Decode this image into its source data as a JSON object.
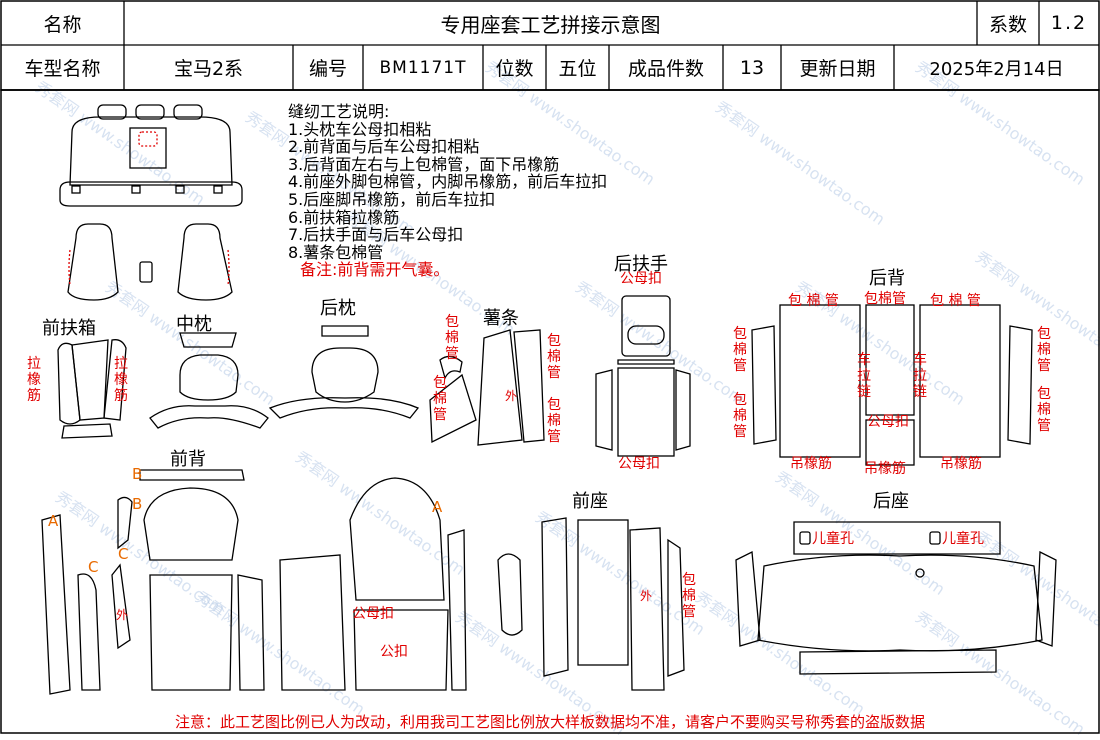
{
  "header": {
    "name_label": "名称",
    "title": "专用座套工艺拼接示意图",
    "coef_label": "系数",
    "coef_value": "1.2",
    "model_label": "车型名称",
    "model_value": "宝马2系",
    "code_label": "编号",
    "code_value": "BM1171T",
    "seats_label": "位数",
    "seats_value": "五位",
    "pieces_label": "成品件数",
    "pieces_value": "13",
    "date_label": "更新日期",
    "date_value": "2025年2月14日"
  },
  "notes": {
    "title": "缝纫工艺说明:",
    "items": [
      "1.头枕车公母扣相粘",
      "2.前背面与后车公母扣相粘",
      "3.后背面左右与上包棉管，面下吊橡筋",
      "4.前座外脚包棉管，内脚吊橡筋，前后车拉扣",
      "5.后座脚吊橡筋，前后车拉扣",
      "6.前扶箱拉橡筋",
      "7.后扶手面与后车公母扣",
      "8.薯条包棉管"
    ],
    "remark": "备注:前背需开气囊。"
  },
  "sections": {
    "front_armbox": "前扶箱",
    "mid_pillow": "中枕",
    "rear_pillow": "后枕",
    "fries": "薯条",
    "rear_armrest": "后扶手",
    "rear_back": "后背",
    "front_back": "前背",
    "front_seat": "前座",
    "rear_seat": "后座"
  },
  "annotations": {
    "pull_elastic": "拉橡筋",
    "cotton_pipe": "包棉管",
    "cotton_pipe_h": "包 棉 管",
    "cotton_pipe_c": "包棉管",
    "zipper": "车拉链",
    "snap": "公母扣",
    "hang_elastic": "吊橡筋",
    "outer": "外",
    "child_hole": "儿童孔",
    "snap_short": "公扣",
    "mark_a": "A",
    "mark_b": "B",
    "mark_c": "C"
  },
  "footer": "注意：此工艺图比例已人为改动，利用我司工艺图比例放大样板数据均不准，请客户不要购买号称秀套的盗版数据",
  "watermark": "秀套网 www.showtao.com",
  "colors": {
    "line": "#000000",
    "annotation": "#e00000",
    "marker": "#e86a00",
    "watermark": "#b7cbe6"
  }
}
